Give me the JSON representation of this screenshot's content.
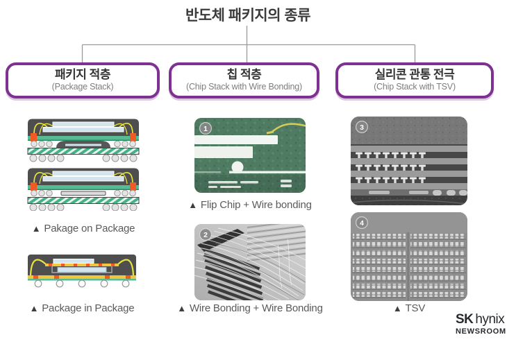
{
  "title": "반도체 패키지의 종류",
  "branches": [
    {
      "ko": "패키지 적층",
      "en": "(Package Stack)"
    },
    {
      "ko": "칩 적층",
      "en": "(Chip Stack with Wire Bonding)"
    },
    {
      "ko": "실리콘 관통 전극",
      "en": "(Chip Stack with TSV)"
    }
  ],
  "captions": {
    "marker": "▲",
    "package_on_package": "Pakage on Package",
    "package_in_package": "Package in Package",
    "flip_chip": "Flip Chip + Wire bonding",
    "wire_bonding": "Wire Bonding + Wire Bonding",
    "tsv": "TSV"
  },
  "badges": {
    "b1": "1",
    "b2": "2",
    "b3": "3",
    "b4": "4"
  },
  "logo": {
    "brand_bold": "SK",
    "brand_light": "hynix",
    "sub": "NEWSROOM"
  },
  "colors": {
    "accent_purple": "#7e3192",
    "connector_gray": "#9a9a9a",
    "caption_gray": "#5a5a5a",
    "title_charcoal": "#3b3b3b",
    "sem_green": "#4f7b62",
    "substrate_teal": "#57bc93",
    "via_orange": "#f15a24",
    "wire_yellow": "#e8e43f",
    "die_blue": "#d3e4ef"
  }
}
